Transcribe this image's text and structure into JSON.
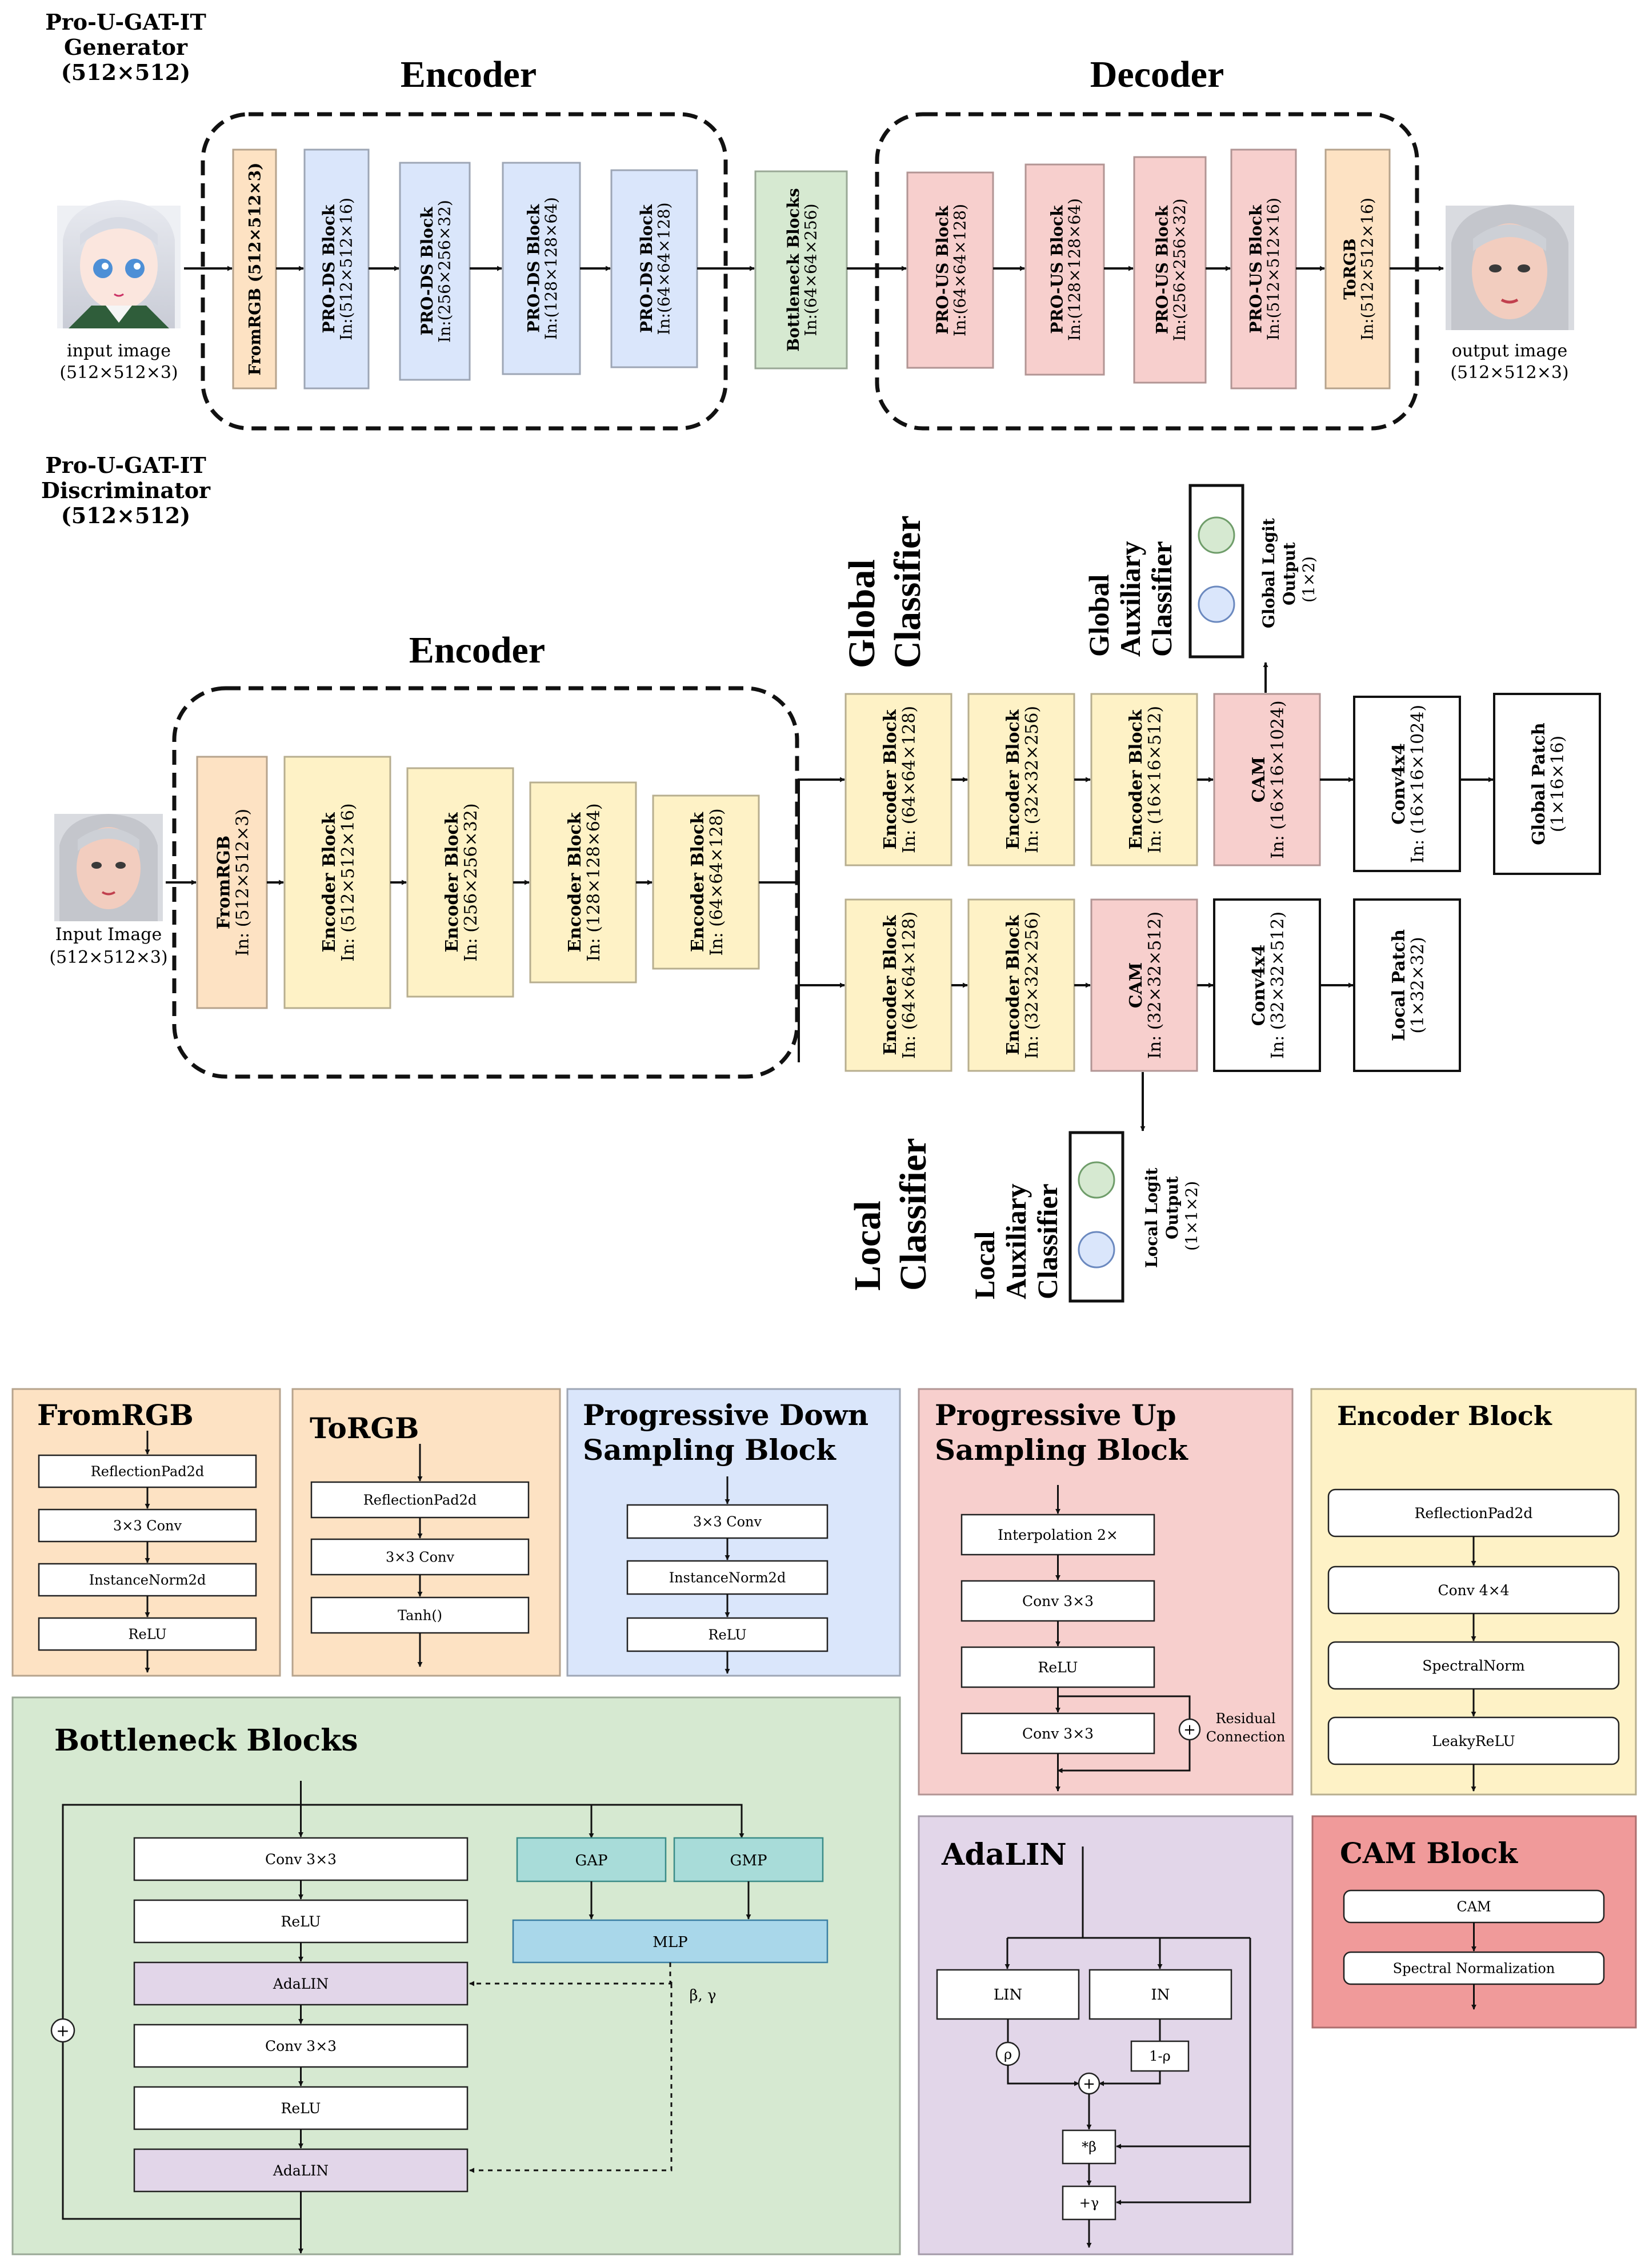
{
  "generator": {
    "header": [
      "Pro-U-GAT-IT",
      "Generator",
      "(512×512)"
    ],
    "encoder_title": "Encoder",
    "decoder_title": "Decoder",
    "input_caption": [
      "input image",
      "(512×512×3)"
    ],
    "output_caption": [
      "output image",
      "(512×512×3)"
    ],
    "blocks": [
      {
        "name": "FromRGB (512×512×3)",
        "sub": "",
        "color": "#fde2c3"
      },
      {
        "name": "PRO-DS Block",
        "sub": "In:(512×512×16)",
        "color": "#dae6fb"
      },
      {
        "name": "PRO-DS Block",
        "sub": "In:(256×256×32)",
        "color": "#dae6fb"
      },
      {
        "name": "PRO-DS Block",
        "sub": "In:(128×128×64)",
        "color": "#dae6fb"
      },
      {
        "name": "PRO-DS Block",
        "sub": "In:(64×64×128)",
        "color": "#dae6fb"
      },
      {
        "name": "Bottleneck Blocks",
        "sub": "In:(64×64×256)",
        "color": "#d6e9d1"
      },
      {
        "name": "PRO-US Block",
        "sub": "In:(64×64×128)",
        "color": "#f7cfcd"
      },
      {
        "name": "PRO-US Block",
        "sub": "In:(128×128×64)",
        "color": "#f7cfcd"
      },
      {
        "name": "PRO-US Block",
        "sub": "In:(256×256×32)",
        "color": "#f7cfcd"
      },
      {
        "name": "PRO-US Block",
        "sub": "In:(512×512×16)",
        "color": "#f7cfcd"
      },
      {
        "name": "ToRGB",
        "sub": "In:(512×512×16)",
        "color": "#fde2c3"
      }
    ]
  },
  "discriminator": {
    "header": [
      "Pro-U-GAT-IT",
      "Discriminator",
      "(512×512)"
    ],
    "encoder_title": "Encoder",
    "input_caption": [
      "Input Image",
      "(512×512×3)"
    ],
    "encoder_blocks": [
      {
        "name": "FromRGB",
        "sub": "In: (512×512×3)",
        "color": "#fde2c3"
      },
      {
        "name": "Encoder Block",
        "sub": "In: (512×512×16)",
        "color": "#fef2c6"
      },
      {
        "name": "Encoder Block",
        "sub": "In: (256×256×32)",
        "color": "#fef2c6"
      },
      {
        "name": "Encoder Block",
        "sub": "In: (128×128×64)",
        "color": "#fef2c6"
      },
      {
        "name": "Encoder Block",
        "sub": "In: (64×64×128)",
        "color": "#fef2c6"
      }
    ],
    "global_title": [
      "Global",
      "Classifier"
    ],
    "global_blocks": [
      {
        "name": "Encoder Block",
        "sub": "In: (64×64×128)",
        "color": "#fef2c6"
      },
      {
        "name": "Encoder Block",
        "sub": "In: (32×32×256)",
        "color": "#fef2c6"
      },
      {
        "name": "Encoder Block",
        "sub": "In: (16×16×512)",
        "color": "#fef2c6"
      },
      {
        "name": "CAM",
        "sub": "In: (16×16×1024)",
        "color": "#f7cfcd"
      },
      {
        "name": "Conv4x4",
        "sub": "In: (16×16×1024)",
        "color": "#ffffff"
      },
      {
        "name": "Global Patch",
        "sub": "(1×16×16)",
        "color": "#ffffff"
      }
    ],
    "global_aux_title": [
      "Global",
      "Auxiliary",
      "Classifier"
    ],
    "global_aux_output": [
      "Global Logit",
      "Output",
      "(1×2)"
    ],
    "local_title": [
      "Local",
      "Classifier"
    ],
    "local_blocks": [
      {
        "name": "Encoder Block",
        "sub": "In: (64×64×128)",
        "color": "#fef2c6"
      },
      {
        "name": "Encoder Block",
        "sub": "In: (32×32×256)",
        "color": "#fef2c6"
      },
      {
        "name": "CAM",
        "sub": "In: (32×32×512)",
        "color": "#f7cfcd"
      },
      {
        "name": "Conv4x4",
        "sub": "In: (32×32×512)",
        "color": "#ffffff"
      },
      {
        "name": "Local Patch",
        "sub": "(1×32×32)",
        "color": "#ffffff"
      }
    ],
    "local_aux_title": [
      "Local",
      "Auxiliary",
      "Classifier"
    ],
    "local_aux_output": [
      "Local Logit",
      "Output",
      "(1×1×2)"
    ]
  },
  "detail_panels": {
    "fromrgb": {
      "title": "FromRGB",
      "color": "#fde2c3",
      "steps": [
        "ReflectionPad2d",
        "3×3 Conv",
        "InstanceNorm2d",
        "ReLU"
      ]
    },
    "torgb": {
      "title": "ToRGB",
      "color": "#fde2c3",
      "steps": [
        "ReflectionPad2d",
        "3×3 Conv",
        "Tanh()"
      ]
    },
    "pro_ds": {
      "title": [
        "Progressive Down",
        "Sampling Block"
      ],
      "color": "#dae6fb",
      "steps": [
        "3×3 Conv",
        "InstanceNorm2d",
        "ReLU"
      ]
    },
    "pro_us": {
      "title": [
        "Progressive Up",
        "Sampling Block"
      ],
      "color": "#f7cfcd",
      "steps": [
        "Interpolation 2×",
        "Conv 3×3",
        "ReLU",
        "Conv 3×3"
      ],
      "residual_label": [
        "Residual",
        "Connection"
      ],
      "plus": "+"
    },
    "encoder_block": {
      "title": "Encoder Block",
      "color": "#fef2c6",
      "steps": [
        "ReflectionPad2d",
        "Conv 4×4",
        "SpectralNorm",
        "LeakyReLU"
      ]
    },
    "bottleneck": {
      "title": "Bottleneck Blocks",
      "color": "#d6e9d1",
      "steps": [
        "Conv 3×3",
        "ReLU",
        "AdaLIN",
        "Conv 3×3",
        "ReLU",
        "AdaLIN"
      ],
      "gap": "GAP",
      "gmp": "GMP",
      "mlp": "MLP",
      "beta_gamma": "β, γ",
      "plus": "+",
      "adalin_color": "#e2d6e9",
      "pool_color": "#a8dcd9",
      "mlp_color": "#a9d7ea"
    },
    "adalin": {
      "title": "AdaLIN",
      "color": "#e2d6e9",
      "lin": "LIN",
      "in": "IN",
      "rho": "ρ",
      "one_minus_rho": "1-ρ",
      "plus": "+",
      "mul_beta": "*β",
      "add_gamma": "+γ"
    },
    "cam_block": {
      "title": "CAM Block",
      "color": "#f09a9a",
      "steps": [
        "CAM",
        "Spectral Normalization"
      ]
    }
  }
}
